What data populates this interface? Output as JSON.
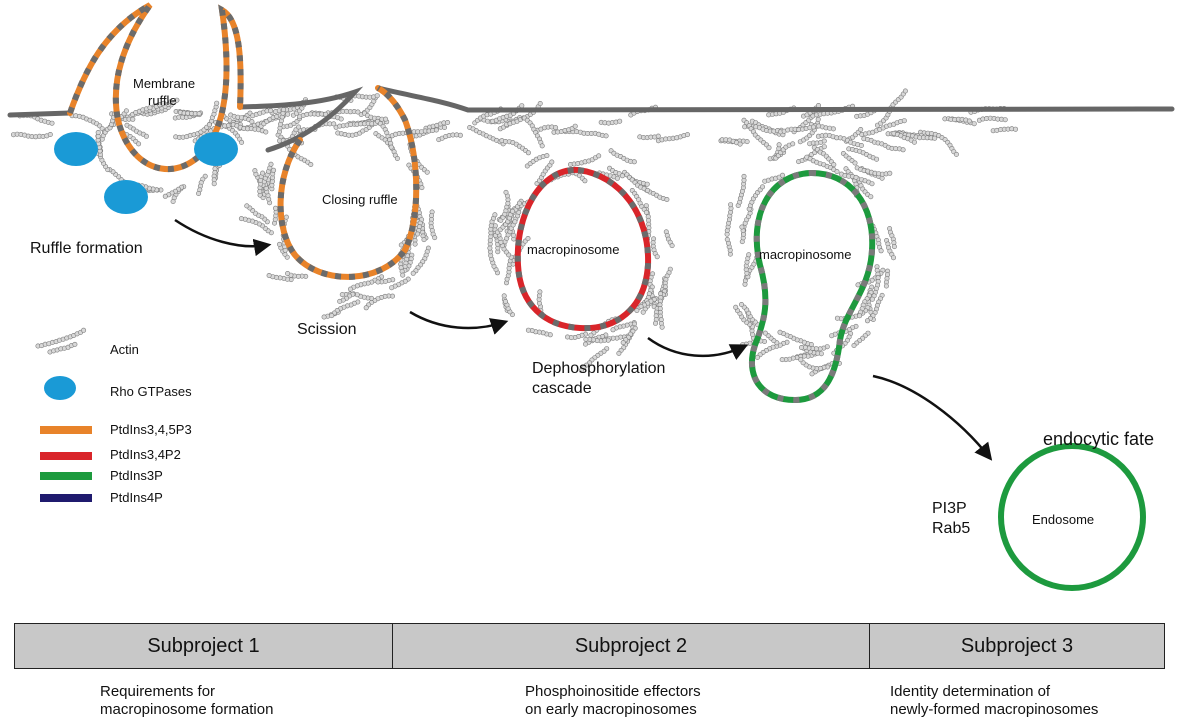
{
  "labels": {
    "membrane_ruffle_1": "Membrane",
    "membrane_ruffle_2": "ruffle",
    "ruffle_formation": "Ruffle formation",
    "closing_ruffle": "Closing ruffle",
    "scission": "Scission",
    "macropinosome_1": "macropinosome",
    "macropinosome_2": "macropinosome",
    "dephos_1": "Dephosphorylation",
    "dephos_2": "cascade",
    "endocytic_fate": "endocytic fate",
    "endosome": "Endosome",
    "pi3p": "PI3P",
    "rab5": "Rab5"
  },
  "legend": [
    {
      "label": "Actin",
      "icon": "actin-filament-icon"
    },
    {
      "label": "Rho GTPases",
      "icon": "rho-gtpase-icon",
      "color": "#1a9ad6"
    },
    {
      "label": "PtdIns3,4,5P3",
      "color": "#e8832a"
    },
    {
      "label": "PtdIns3,4P2",
      "color": "#d9252a"
    },
    {
      "label": "PtdIns3P",
      "color": "#1d9a3e"
    },
    {
      "label": "PtdIns4P",
      "color": "#1f1a6e"
    }
  ],
  "subprojects": [
    {
      "title": "Subproject 1",
      "desc_1": "Requirements for",
      "desc_2": "macropinosome formation"
    },
    {
      "title": "Subproject 2",
      "desc_1": "Phosphoinositide effectors",
      "desc_2": "on early macropinosomes"
    },
    {
      "title": "Subproject 3",
      "desc_1": "Identity determination of",
      "desc_2": "newly-formed macropinosomes"
    }
  ],
  "colors": {
    "membrane": "#666666",
    "actin": "#9a9a9a",
    "pip3": "#e8832a",
    "pi34p2": "#d9252a",
    "pi3p": "#1d9a3e",
    "rho": "#1a9ad6",
    "bar": "#c8c8c8"
  }
}
